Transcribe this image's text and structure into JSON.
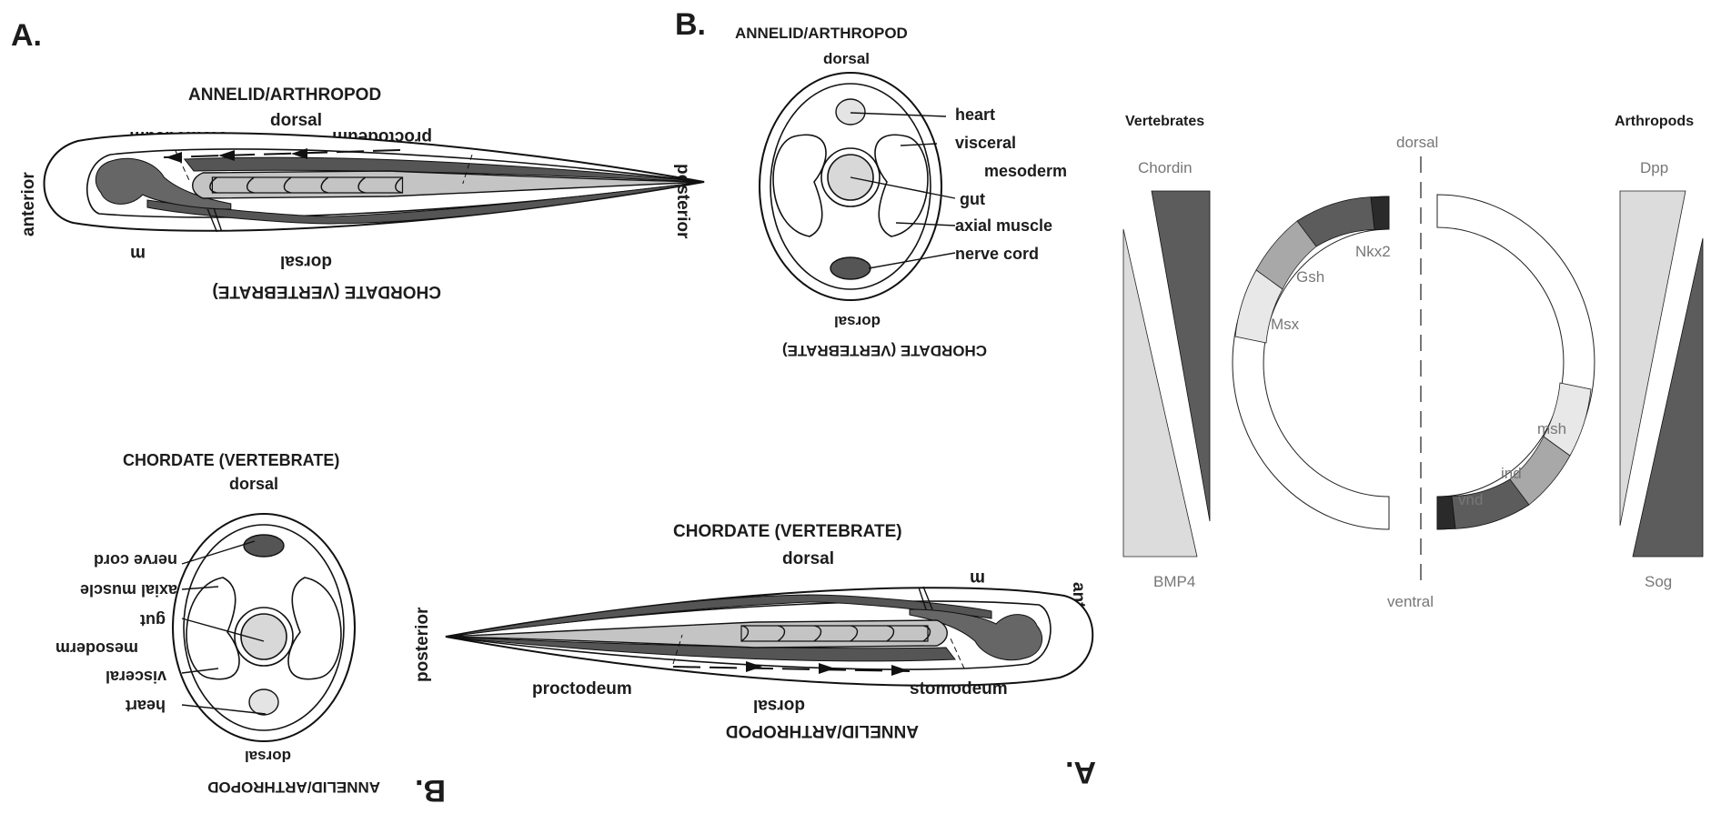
{
  "panel_a": {
    "letter": "A.",
    "top_title": "ANNELID/ARTHROPOD",
    "top_dorsal": "dorsal",
    "stomodeum": "stomodeum",
    "proctodeum": "proctodeum",
    "anterior": "anterior",
    "posterior": "posterior",
    "m": "m",
    "bottom_dorsal": "dorsal",
    "bottom_title": "CHORDATE (VERTEBRATE)"
  },
  "panel_b": {
    "letter": "B.",
    "top_title": "ANNELID/ARTHROPOD",
    "top_dorsal": "dorsal",
    "heart": "heart",
    "visceral": "visceral",
    "mesoderm": "mesoderm",
    "gut": "gut",
    "axial_muscle": "axial muscle",
    "nerve_cord": "nerve cord",
    "bottom_dorsal": "dorsal",
    "bottom_title": "CHORDATE (VERTEBRATE)"
  },
  "panel_b_flipped": {
    "letter": "B.",
    "top_title": "CHORDATE (VERTEBRATE)",
    "top_dorsal": "dorsal",
    "nerve_cord": "nerve cord",
    "axial_muscle": "axial muscle",
    "gut": "gut",
    "mesoderm": "mesoderm",
    "visceral": "visceral",
    "heart": "heart",
    "bottom_dorsal": "dorsal",
    "bottom_title": "ANNELID/ARTHROPOD"
  },
  "panel_a_flipped": {
    "letter": "A.",
    "top_title": "CHORDATE (VERTEBRATE)",
    "top_dorsal": "dorsal",
    "m": "m",
    "anterior": "anterior",
    "posterior": "posterior",
    "proctodeum": "proctodeum",
    "stomodeum": "stomodeum",
    "bottom_dorsal": "dorsal",
    "bottom_title": "ANNELID/ARTHROPOD"
  },
  "gradient_panel": {
    "vertebrates": "Vertebrates",
    "arthropods": "Arthropods",
    "chordin": "Chordin",
    "bmp4": "BMP4",
    "dpp": "Dpp",
    "sog": "Sog",
    "dorsal": "dorsal",
    "ventral": "ventral",
    "left_domains": [
      "Nkx2",
      "Gsh",
      "Msx"
    ],
    "right_domains": [
      "vnd",
      "ind",
      "msh"
    ]
  },
  "colors": {
    "dark": "#4a4a4a",
    "mid": "#a8a8a8",
    "light": "#e4e4e4",
    "line": "#111111"
  }
}
